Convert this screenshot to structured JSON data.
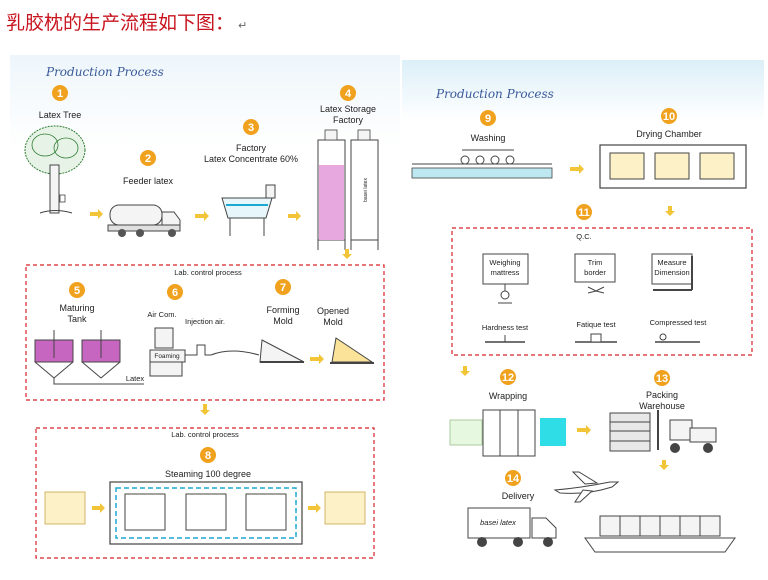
{
  "header": {
    "title": "乳胶枕的生产流程如下图：",
    "return_mark": "↵"
  },
  "left_panel": {
    "title": "Production Process"
  },
  "right_panel": {
    "title": "Production Process"
  },
  "colors": {
    "badge": "#f0a21e",
    "arrow": "#f2c437",
    "dashed_border": "#d8232a",
    "title_text": "#c8141e",
    "latex_fill": "#b85cb0"
  },
  "steps": [
    {
      "number": "1",
      "label": [
        "Latex Tree"
      ]
    },
    {
      "number": "2",
      "label": [
        "Feeder latex"
      ]
    },
    {
      "number": "3",
      "label": [
        "Factory",
        "Latex Concentrate 60%"
      ]
    },
    {
      "number": "4",
      "label": [
        "Latex Storage",
        "Factory"
      ]
    },
    {
      "number": "5",
      "label": [
        "Maturing",
        "Tank"
      ]
    },
    {
      "number": "6",
      "label": [
        "Air Com.",
        "Injection air."
      ]
    },
    {
      "number": "7",
      "label": [
        "Forming",
        "Mold"
      ]
    },
    {
      "number": "8",
      "label": [
        "Steaming 100 degree"
      ]
    },
    {
      "number": "9",
      "label": [
        "Washing"
      ]
    },
    {
      "number": "10",
      "label": [
        "Drying Chamber"
      ]
    },
    {
      "number": "11",
      "label": [
        "Q.C."
      ]
    },
    {
      "number": "12",
      "label": [
        "Wrapping"
      ]
    },
    {
      "number": "13",
      "label": [
        "Packing",
        "Warehouse"
      ]
    },
    {
      "number": "14",
      "label": [
        "Delivery"
      ]
    }
  ],
  "extra_labels": {
    "opened_mold": [
      "Opened",
      "Mold"
    ],
    "latex_flow": "Latex",
    "foaming": "Foaming",
    "lab_control_1": "Lab. control process",
    "lab_control_2": "Lab. control process",
    "storage_tank_text": "basei latex",
    "truck_text": "basei latex"
  },
  "qc": {
    "boxes": [
      {
        "label": [
          "Weighing",
          "mattress"
        ]
      },
      {
        "label": [
          "Trim",
          "border"
        ]
      },
      {
        "label": [
          "Measure",
          "Dimension"
        ]
      }
    ],
    "tests": [
      "Hardness test",
      "Fatique test",
      "Compressed test"
    ]
  }
}
